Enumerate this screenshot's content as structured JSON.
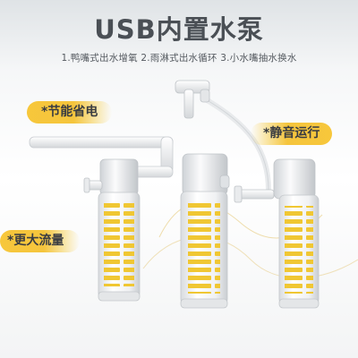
{
  "title": "USB内置水泵",
  "subtitle": "1.鸭嘴式出水增氧 2.雨淋式出水循环 3.小水嘴抽水换水",
  "tags": {
    "quiet_power": "*节能省电",
    "silent": "*静音运行",
    "flow": "*更大流量"
  },
  "colors": {
    "accent_yellow": "#f5c53d",
    "title_gray": "#4a4f55",
    "pump_white": "#f2f3f4"
  },
  "icons": [
    "pump-1-image",
    "pump-2-image",
    "pump-3-image"
  ]
}
